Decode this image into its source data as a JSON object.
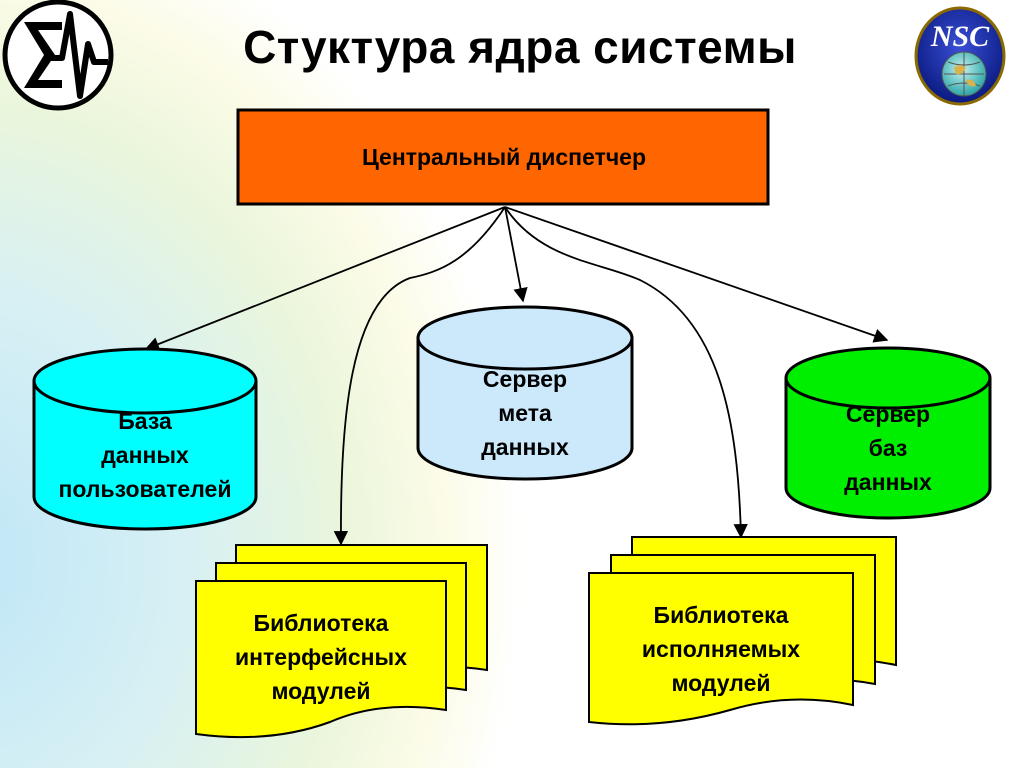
{
  "slide": {
    "title": "Стуктура ядра системы"
  },
  "logos": {
    "left": {
      "icon": "sigma-wave-logo-icon",
      "text": ""
    },
    "right": {
      "icon": "nsc-globe-logo-icon",
      "text": "NSC"
    }
  },
  "diagram": {
    "dispatcher": {
      "label": "Центральный диспетчер",
      "color": "#ff6600"
    },
    "nodes": [
      {
        "id": "user-db",
        "shape": "cylinder",
        "label": "База\nданных\nпользователей",
        "color": "#00ffff"
      },
      {
        "id": "meta-server",
        "shape": "cylinder",
        "label": "Сервер\nмета\nданных",
        "color": "#cce8fb"
      },
      {
        "id": "db-server",
        "shape": "cylinder",
        "label": "Сервер\nбаз\nданных",
        "color": "#00ee00"
      },
      {
        "id": "interface-lib",
        "shape": "multi-document",
        "label": "Библиотека\nинтерфейсных\nмодулей",
        "color": "#ffff00"
      },
      {
        "id": "exec-lib",
        "shape": "multi-document",
        "label": "Библиотека\nисполняемых\nмодулей",
        "color": "#ffff00"
      }
    ]
  }
}
